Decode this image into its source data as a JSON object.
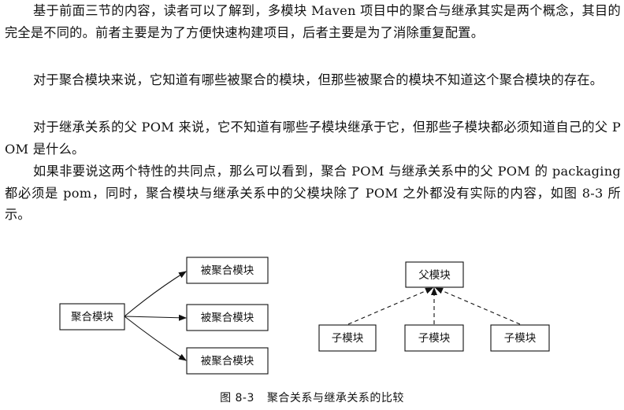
{
  "paragraphs": [
    "基于前面三节的内容，读者可以了解到，多模块 Maven 项目中的聚合与继承其实是两个概念，其目的完全是不同的。前者主要是为了方便快速构建项目，后者主要是为了消除重复配置。",
    "对于聚合模块来说，它知道有哪些被聚合的模块，但那些被聚合的模块不知道这个聚合模块的存在。",
    "对于继承关系的父 POM 来说，它不知道有哪些子模块继承于它，但那些子模块都必须知道自己的父 POM 是什么。",
    "如果非要说这两个特性的共同点，那么可以看到，聚合 POM 与继承关系中的父 POM 的 packaging 都必须是 pom，同时，聚合模块与继承关系中的父模块除了 POM 之外都没有实际的内容，如图 8-3 所示。"
  ],
  "figure": {
    "aggregation": {
      "root": "聚合模块",
      "modules": [
        "被聚合模块",
        "被聚合模块",
        "被聚合模块"
      ]
    },
    "inheritance": {
      "parent": "父模块",
      "children": [
        "子模块",
        "子模块",
        "子模块"
      ]
    },
    "caption_number": "图 8-3",
    "caption_text": "聚合关系与继承关系的比较"
  }
}
